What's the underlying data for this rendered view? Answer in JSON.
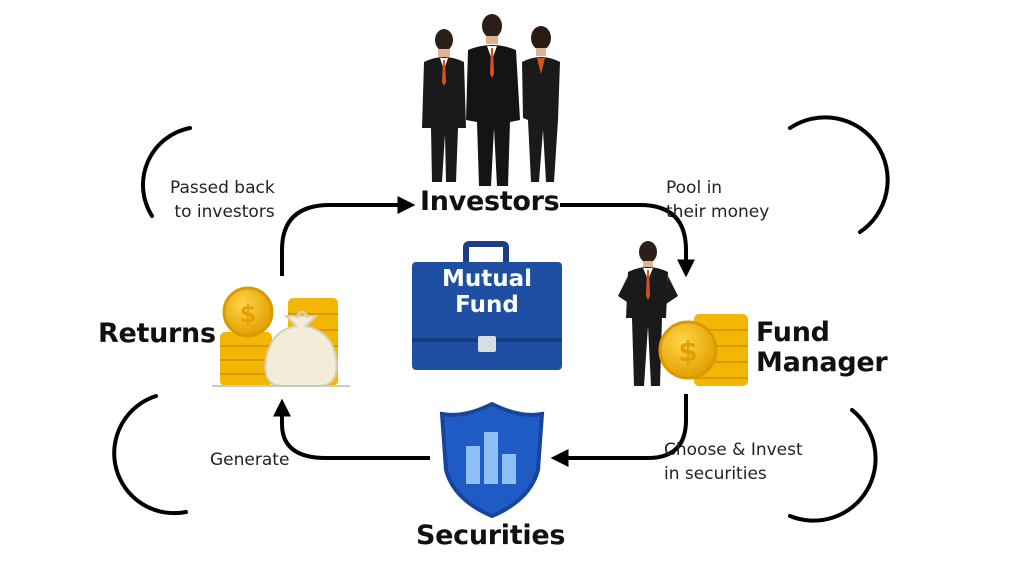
{
  "nodes": {
    "investors": "Investors",
    "fund_manager_line1": "Fund",
    "fund_manager_line2": "Manager",
    "securities": "Securities",
    "returns": "Returns",
    "center_line1": "Mutual",
    "center_line2": "Fund"
  },
  "edges": {
    "pool_line1": "Pool in",
    "pool_line2": "their money",
    "invest_line1": "Choose & Invest",
    "invest_line2": "in securities",
    "generate": "Generate",
    "passed_line1": "Passed back",
    "passed_line2": "to investors"
  },
  "colors": {
    "briefcase": "#1e4fa3",
    "shield": "#1f5bc4",
    "coin": "#f2b705",
    "arrow": "#000000",
    "suit": "#1a1a1a",
    "tie": "#d9531e"
  },
  "icons": [
    "investors-group-icon",
    "fund-manager-icon",
    "coin-stack-icon",
    "money-bag-icon",
    "briefcase-icon",
    "shield-chart-icon"
  ]
}
